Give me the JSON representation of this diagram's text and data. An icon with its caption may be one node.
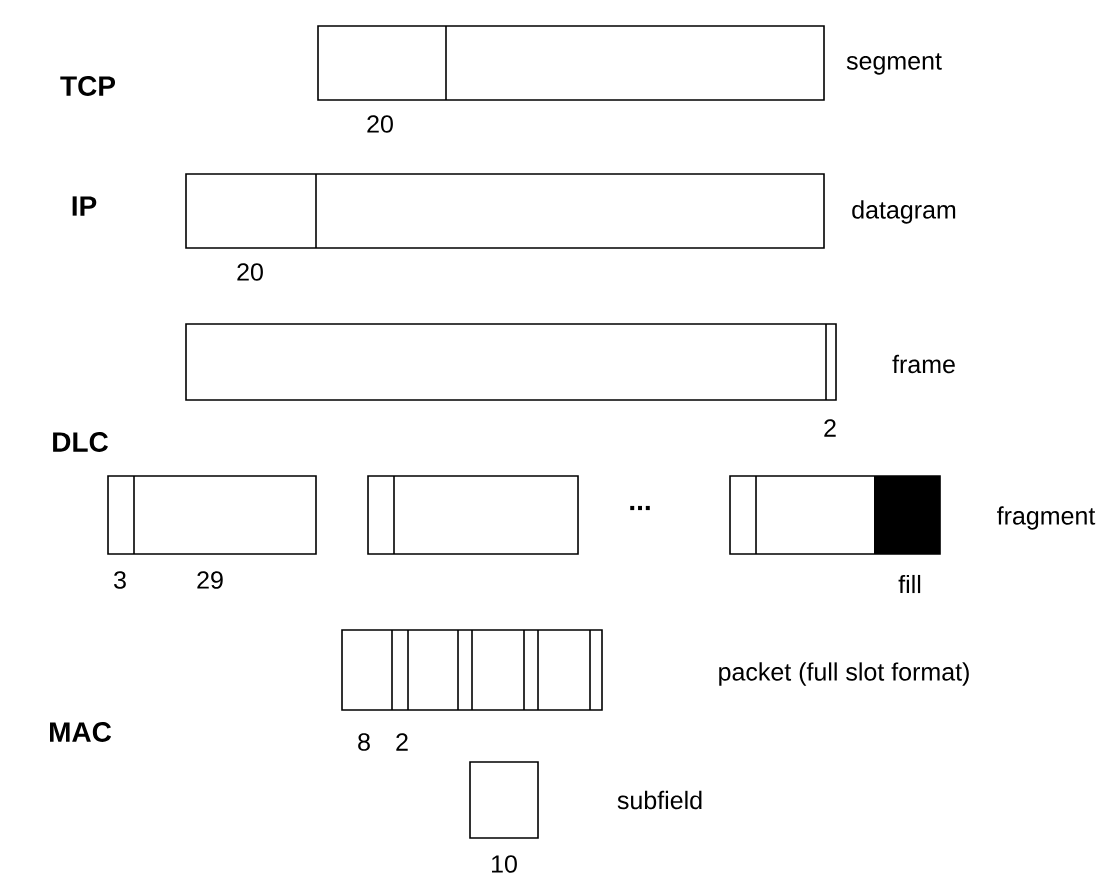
{
  "diagram": {
    "labels": [
      "TCP",
      "segment",
      "20",
      "IP",
      "datagram",
      "20",
      "frame",
      "DLC",
      "2",
      "fragment",
      "...",
      "3",
      "29",
      "fill",
      "packet (full slot format)",
      "MAC",
      "8",
      "2",
      "subfield",
      "10"
    ]
  }
}
